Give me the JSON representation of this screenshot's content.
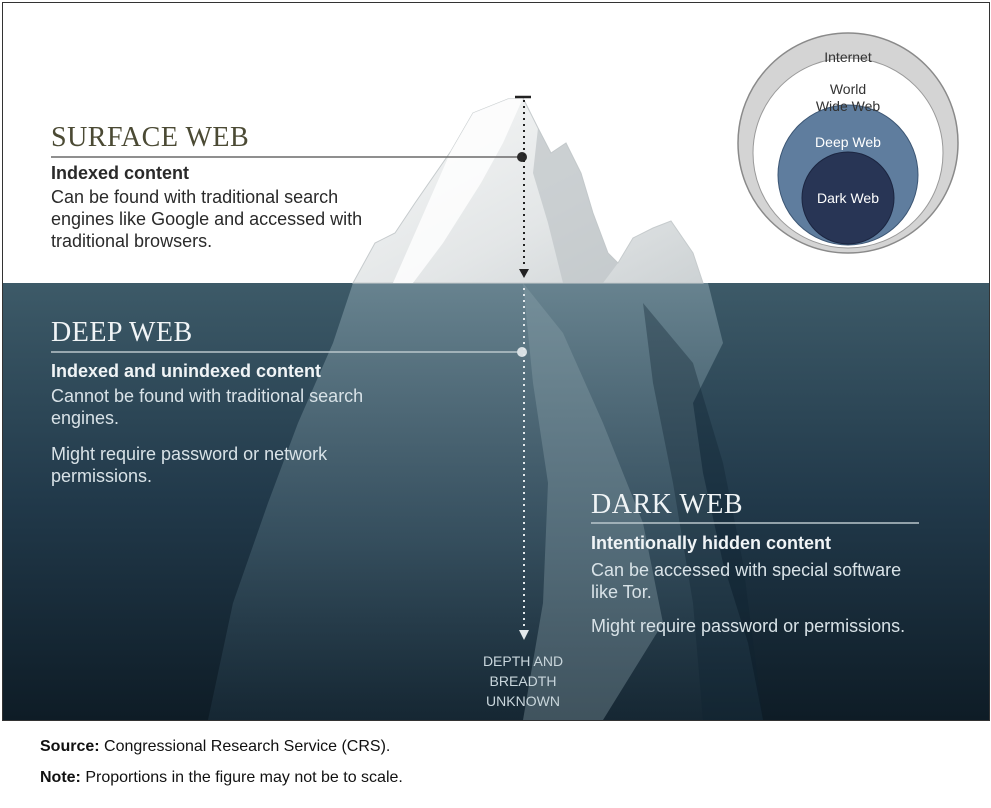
{
  "surface": {
    "heading": "SURFACE WEB",
    "subheading": "Indexed content",
    "body": "Can be found with traditional search engines like Google and accessed with traditional browsers."
  },
  "deep": {
    "heading": "DEEP WEB",
    "subheading": "Indexed and unindexed content",
    "body1": "Cannot be found with traditional search engines.",
    "body2": "Might require password or network permissions."
  },
  "dark": {
    "heading": "DARK WEB",
    "subheading": "Intentionally hidden content",
    "body1": "Can be accessed with special software like Tor.",
    "body2": "Might require password or permissions."
  },
  "depth_label": [
    "DEPTH AND",
    "BREADTH",
    "UNKNOWN"
  ],
  "circles": {
    "internet": "Internet",
    "www_line1": "World",
    "www_line2": "Wide Web",
    "deep": "Deep Web",
    "dark": "Dark Web"
  },
  "footer": {
    "source_label": "Source:",
    "source_text": "Congressional Research Service (CRS).",
    "note_label": "Note:",
    "note_text": "Proportions in the figure may not be to scale."
  },
  "colors": {
    "sea_top": "#3d5a68",
    "sea_bottom": "#0e1c26",
    "heading_surface": "#4b4a34",
    "circle_internet": "#d4d4d4",
    "circle_www": "#ffffff",
    "circle_deep": "#5f7d9e",
    "circle_dark": "#283555"
  }
}
